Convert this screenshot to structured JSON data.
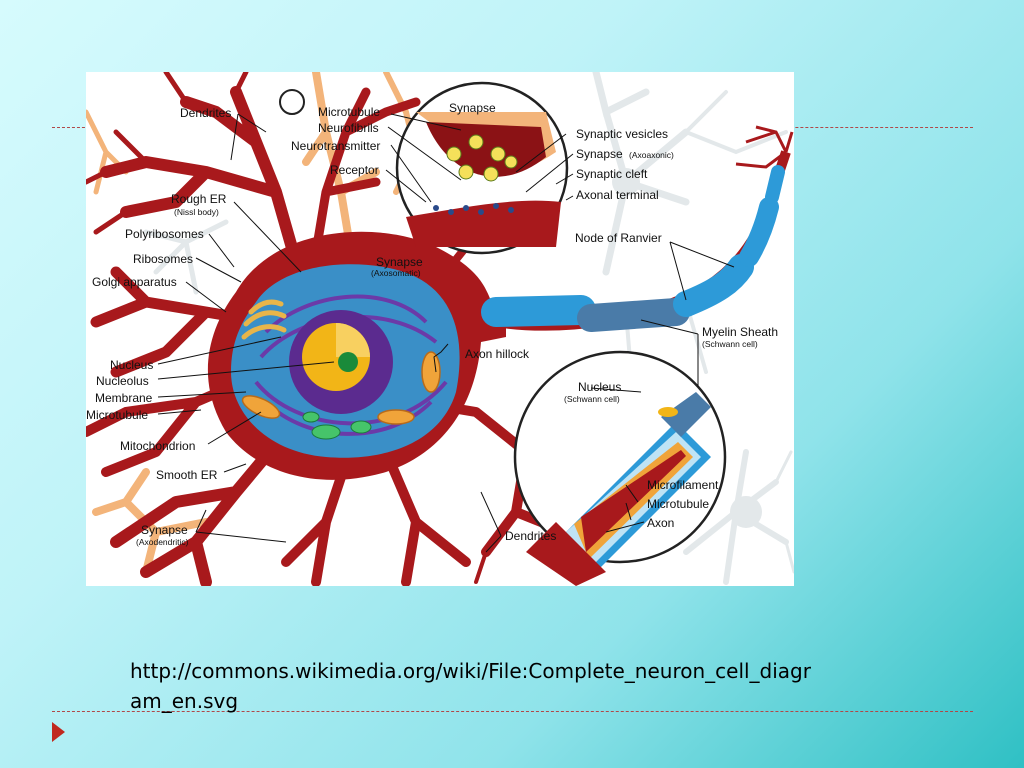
{
  "labels": {
    "dendrites_top": "Dendrites",
    "rough_er": "Rough ER",
    "rough_er_sub": "(Nissl body)",
    "polyribosomes": "Polyribosomes",
    "ribosomes": "Ribosomes",
    "golgi": "Golgi apparatus",
    "nucleus": "Nucleus",
    "nucleolus": "Nucleolus",
    "membrane": "Membrane",
    "microtubule_left": "Microtubule",
    "mitochondrion": "Mitochondrion",
    "smooth_er": "Smooth ER",
    "synapse_axodendritic": "Synapse",
    "synapse_axodendritic_sub": "(Axodendritic)",
    "microtubule_top": "Microtubule",
    "neurofibrils": "Neurofibrils",
    "neurotransmitter": "Neurotransmitter",
    "receptor": "Receptor",
    "synapse_axosomatic": "Synapse",
    "synapse_axosomatic_sub": "(Axosomatic)",
    "synapse_zoom": "Synapse",
    "synaptic_vesicles": "Synaptic vesicles",
    "synapse_axoaxonic": "Synapse",
    "synapse_axoaxonic_sub": "(Axoaxonic)",
    "synaptic_cleft": "Synaptic cleft",
    "axonal_terminal": "Axonal terminal",
    "node_of_ranvier": "Node of Ranvier",
    "myelin_sheath": "Myelin Sheath",
    "myelin_sheath_sub": "(Schwann cell)",
    "axon_hillock": "Axon hillock",
    "nucleus_schwann": "Nucleus",
    "nucleus_schwann_sub": "(Schwann cell)",
    "microfilament": "Microfilament",
    "microtubule_axon": "Microtubule",
    "axon": "Axon",
    "dendrites_bottom": "Dendrites"
  },
  "caption": {
    "line1": "http://commons.wikimedia.org/wiki/File:Complete_neuron_cell_diagr",
    "line2": "am_en.svg"
  },
  "colors": {
    "neuron_red": "#a8191c",
    "cytoplasm_blue": "#3a8fc7",
    "nucleus_purple": "#5b2b8f",
    "nucleus_yellow": "#f2b517",
    "myelin_blue": "#2d9ad8",
    "ghost_neuron": "#dfe8ea",
    "accent_arrow": "#c0281e"
  }
}
